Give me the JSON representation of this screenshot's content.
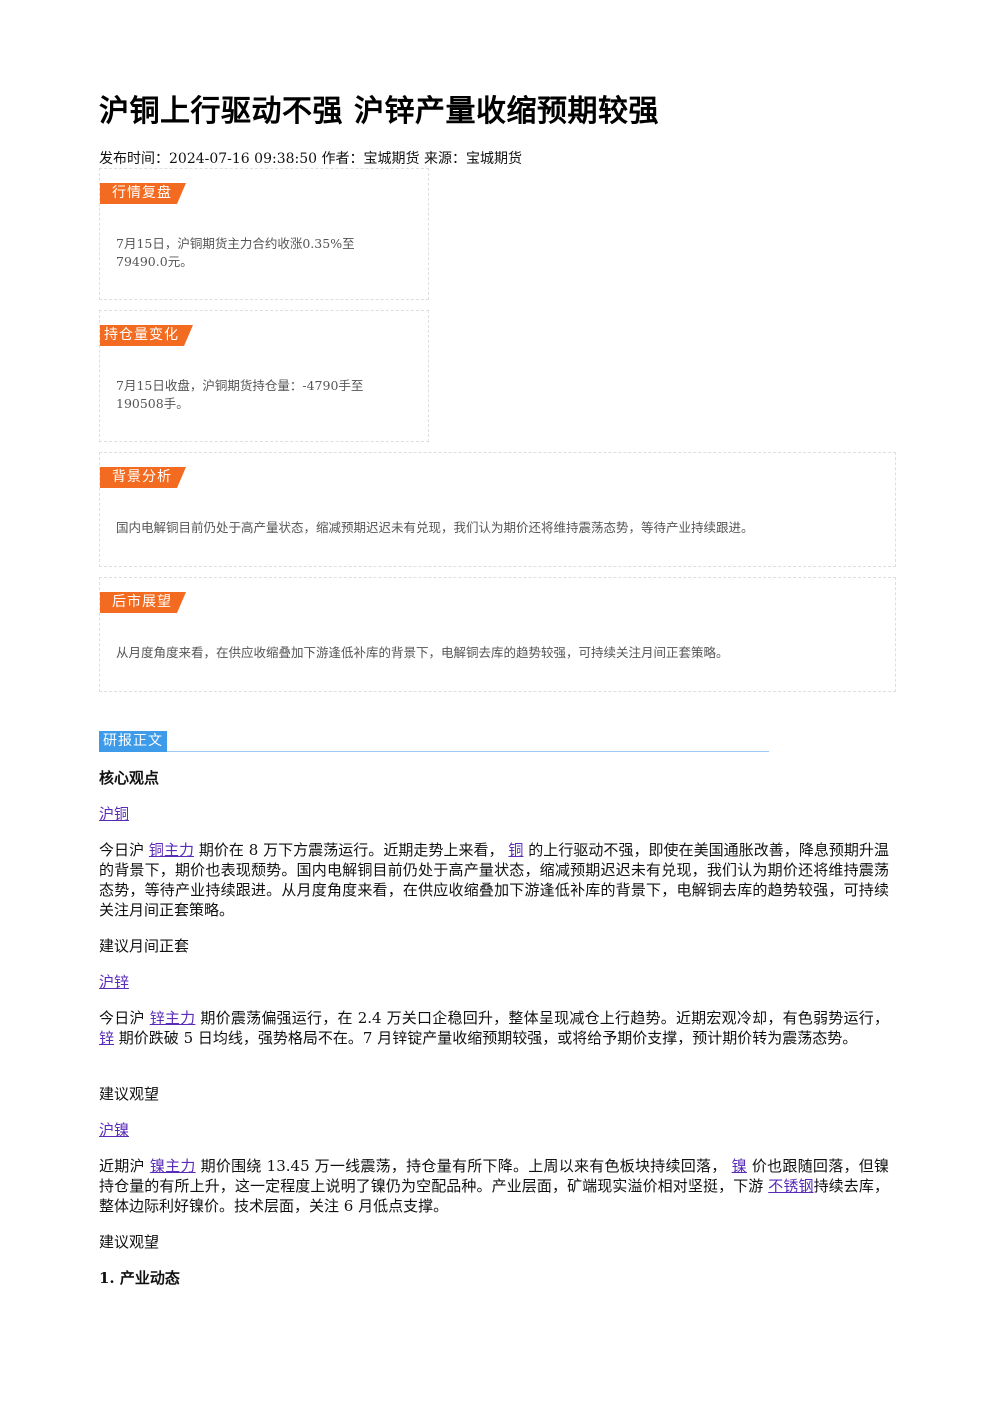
{
  "article": {
    "title": "沪铜上行驱动不强 沪锌产量收缩预期较强",
    "meta": "发布时间：2024-07-16 09:38:50 作者：宝城期货 来源：宝城期货"
  },
  "boxes": [
    {
      "tag": "行情复盘",
      "text": "7月15日，沪铜期货主力合约收涨0.35%至79490.0元。"
    },
    {
      "tag": "持仓量变化",
      "text": "7月15日收盘，沪铜期货持仓量：-4790手至190508手。"
    },
    {
      "tag": "背景分析",
      "text": "国内电解铜目前仍处于高产量状态，缩减预期迟迟未有兑现，我们认为期价还将维持震荡态势，等待产业持续跟进。"
    },
    {
      "tag": "后市展望",
      "text": "从月度角度来看，在供应收缩叠加下游逢低补库的背景下，电解铜去库的趋势较强，可持续关注月间正套策略。"
    }
  ],
  "body": {
    "section_tag": "研报正文",
    "core_title": "核心观点",
    "copper": {
      "name": "沪铜",
      "p1": "今日沪",
      "l1": "铜主力",
      "p2": "期价在 8 万下方震荡运行。近期走势上来看，",
      "l2": "铜",
      "p3": "的上行驱动不强，即使在美国通胀改善，降息预期升温的背景下，期价也表现颓势。国内电解铜目前仍处于高产量状态，缩减预期迟迟未有兑现，我们认为期价还将维持震荡态势，等待产业持续跟进。从月度角度来看，在供应收缩叠加下游逢低补库的背景下，电解铜去库的趋势较强，可持续关注月间正套策略。",
      "advice": "建议月间正套"
    },
    "zinc": {
      "name": "沪锌",
      "p1": "今日沪",
      "l1": "锌主力",
      "p2": "期价震荡偏强运行，在 2.4 万关口企稳回升，整体呈现减仓上行趋势。近期宏观冷却，有色弱势运行，",
      "l2": "锌",
      "p3": "期价跌破 5 日均线，强势格局不在。7 月锌锭产量收缩预期较强，或将给予期价支撑，预计期价转为震荡态势。",
      "advice": "建议观望"
    },
    "nickel": {
      "name": "沪镍",
      "p1": "近期沪",
      "l1": "镍主力",
      "p2": "期价围绕 13.45 万一线震荡，持仓量有所下降。上周以来有色板块持续回落，",
      "l2": "镍",
      "p3": "价也跟随回落，但镍持仓量的有所上升，这一定程度上说明了镍仍为空配品种。产业层面，矿端现实溢价相对坚挺，下游",
      "l3": "不锈钢",
      "p4": "持续去库，整体边际利好镍价。技术层面，关注 6 月低点支撑。",
      "advice": "建议观望"
    },
    "section1": "1. 产业动态"
  }
}
